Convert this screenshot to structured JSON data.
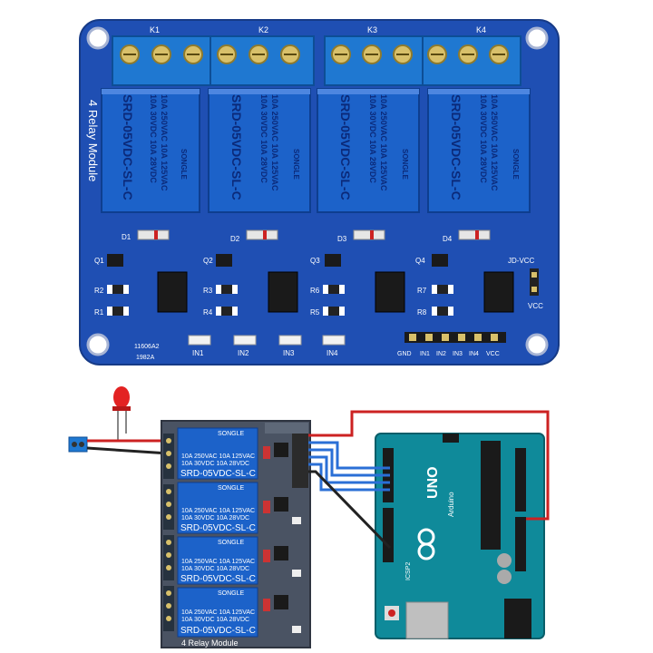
{
  "photo": {
    "relay_labels": [
      "K1",
      "K2",
      "K3",
      "K4"
    ],
    "relay_model": "SRD-05VDC-SL-C",
    "relay_ratings": [
      "10A 250VAC 10A 125VAC",
      "10A 30VDC 10A 28VDC"
    ],
    "relay_brand": "SONGLE",
    "side_text": "4 Relay Module",
    "diode_labels": [
      "D1",
      "D2",
      "D3",
      "D4"
    ],
    "transistor_labels": [
      "Q1",
      "Q2",
      "Q3",
      "Q4"
    ],
    "resistor_labels": [
      "R2",
      "R1",
      "R3",
      "R4",
      "R6",
      "R5",
      "R7",
      "R8"
    ],
    "led_labels": [
      "IN1",
      "IN2",
      "IN3",
      "IN4"
    ],
    "pin_labels": [
      "GND",
      "IN1",
      "IN2",
      "IN3",
      "IN4",
      "VCC"
    ],
    "jumper_labels": [
      "JD-VCC",
      "VCC"
    ],
    "board_codes": [
      "11606A2",
      "1982A"
    ]
  },
  "diagram": {
    "relay_model": "SRD-05VDC-SL-C",
    "relay_ratings": [
      "10A 250VAC 10A 125VAC",
      "10A 30VDC 10A 28VDC"
    ],
    "relay_brand": "SONGLE",
    "module_label": "4 Relay Module",
    "arduino_brand": "UNO",
    "arduino_sub": "Arduino",
    "arduino_icsp": "ICSP2"
  },
  "colors": {
    "pcb_blue": "#1f4fb3",
    "relay_blue": "#1c62c9",
    "terminal_blue": "#1f78d1",
    "arduino_teal": "#0f8a9a",
    "wire_red": "#cc2222",
    "wire_black": "#222222",
    "wire_blue": "#2a6fd6",
    "led_red": "#e32222"
  }
}
